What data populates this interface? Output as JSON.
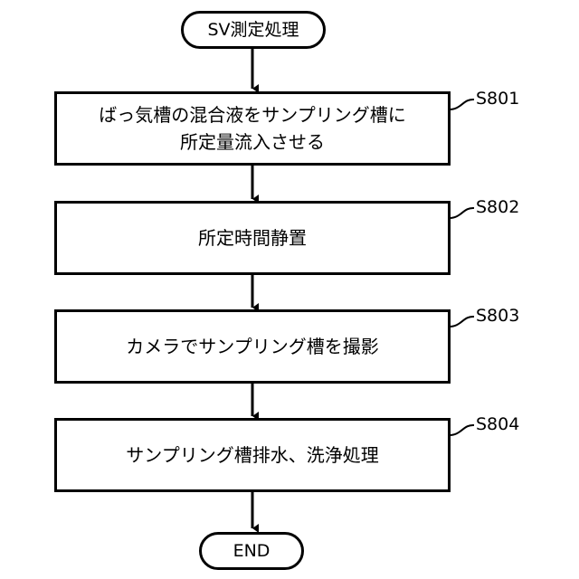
{
  "flowchart": {
    "start": {
      "text": "SV測定処理"
    },
    "end": {
      "text": "END"
    },
    "steps": [
      {
        "id": "S801",
        "text": "ばっ気槽の混合液をサンプリング槽に\n所定量流入させる"
      },
      {
        "id": "S802",
        "text": "所定時間静置"
      },
      {
        "id": "S803",
        "text": "カメラでサンプリング槽を撮影"
      },
      {
        "id": "S804",
        "text": "サンプリング槽排水、洗浄処理"
      }
    ]
  }
}
